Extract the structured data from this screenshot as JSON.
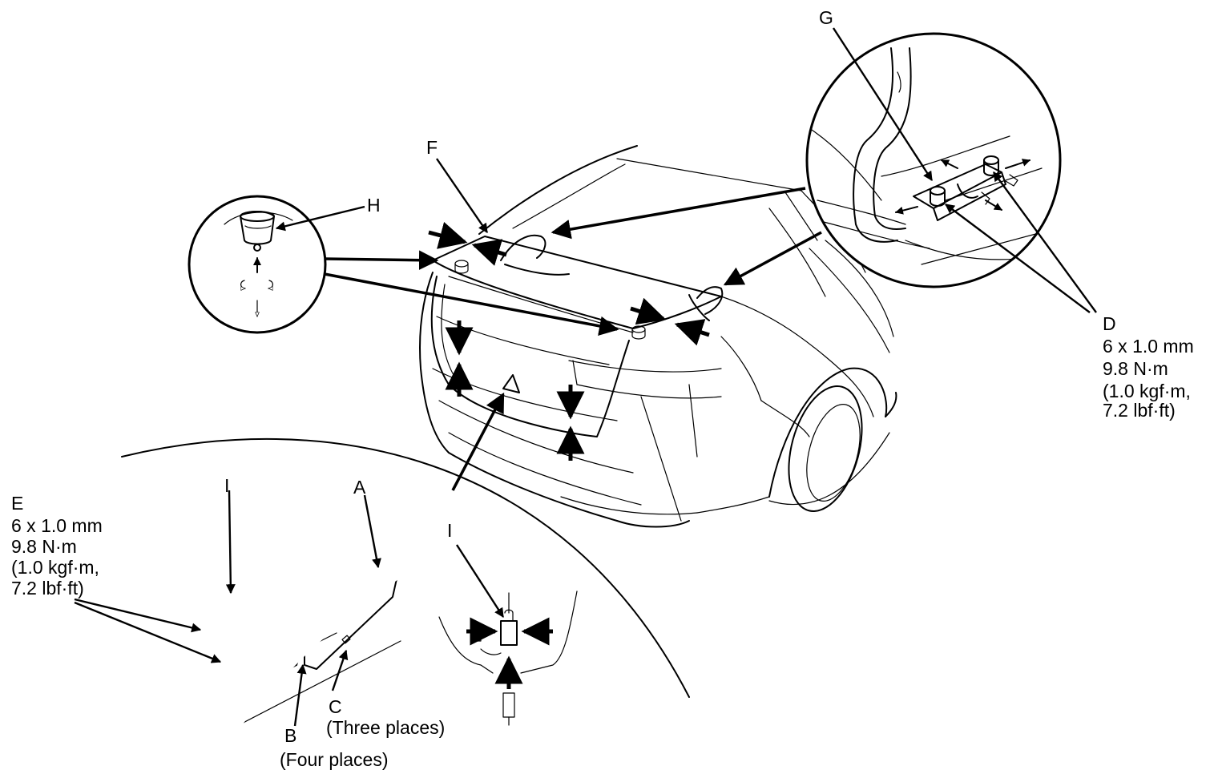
{
  "labels": {
    "F": "F",
    "G": "G",
    "H": "H",
    "A": "A",
    "B": "B",
    "B_note": "(Four places)",
    "C": "C",
    "C_note": "(Three places)",
    "I_left": "I",
    "I_right": "I",
    "D": "D",
    "E": "E"
  },
  "specs": {
    "D": [
      "6 x 1.0 mm",
      "9.8 N·m",
      "(1.0 kgf·m,",
      "7.2 lbf·ft)"
    ],
    "E": [
      "6 x 1.0 mm",
      "9.8 N·m",
      "(1.0 kgf·m,",
      "7.2 lbf·ft)"
    ]
  }
}
